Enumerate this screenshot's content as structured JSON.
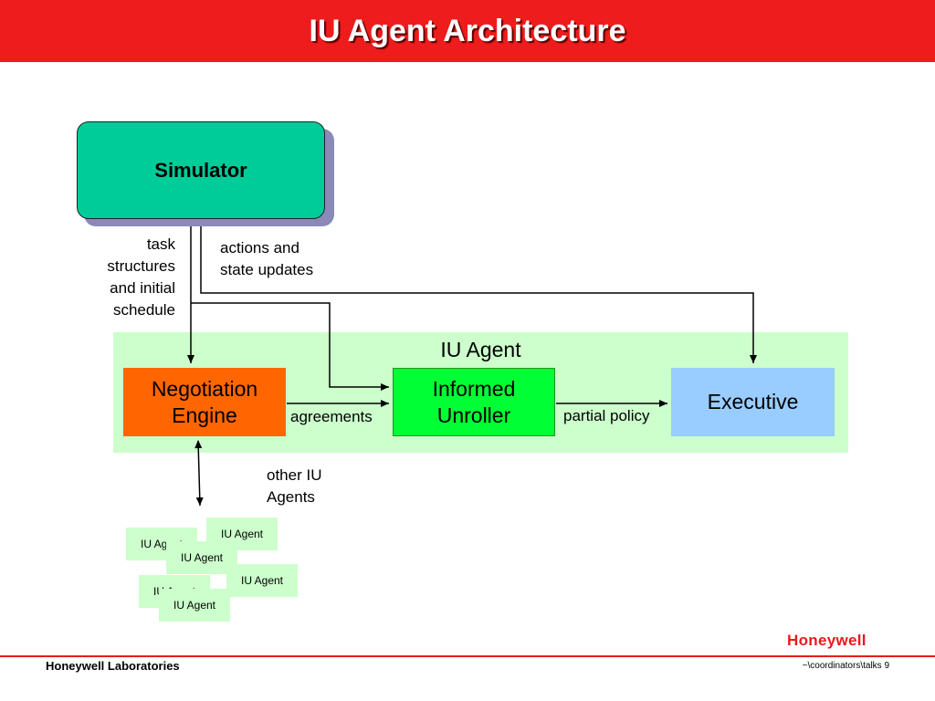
{
  "title": "IU Agent Architecture",
  "simulator": {
    "label": "Simulator"
  },
  "agent_region": {
    "label": "IU Agent"
  },
  "components": {
    "negotiation_engine": "Negotiation\nEngine",
    "informed_unroller": "Informed\nUnroller",
    "executive": "Executive"
  },
  "edge_labels": {
    "task_structures": "task\nstructures\nand initial\nschedule",
    "actions_updates": "actions and\nstate updates",
    "agreements": "agreements",
    "partial_policy": "partial policy",
    "other_agents": "other IU\nAgents"
  },
  "other_agents": [
    "IU Agent",
    "IU Agent",
    "IU Agent",
    "IU Agent",
    "IU Agent"
  ],
  "footer": {
    "left": "Honeywell Laboratories",
    "right": "~\\coordinators\\talks 9",
    "logo": "Honeywell"
  },
  "colors": {
    "title_bar": "#ee1c1c",
    "simulator": "#00cc99",
    "agent_region": "#ccffcc",
    "negotiation_engine": "#ff6600",
    "informed_unroller": "#00ff33",
    "executive": "#99ccff",
    "footer_accent": "#e51c1c"
  }
}
